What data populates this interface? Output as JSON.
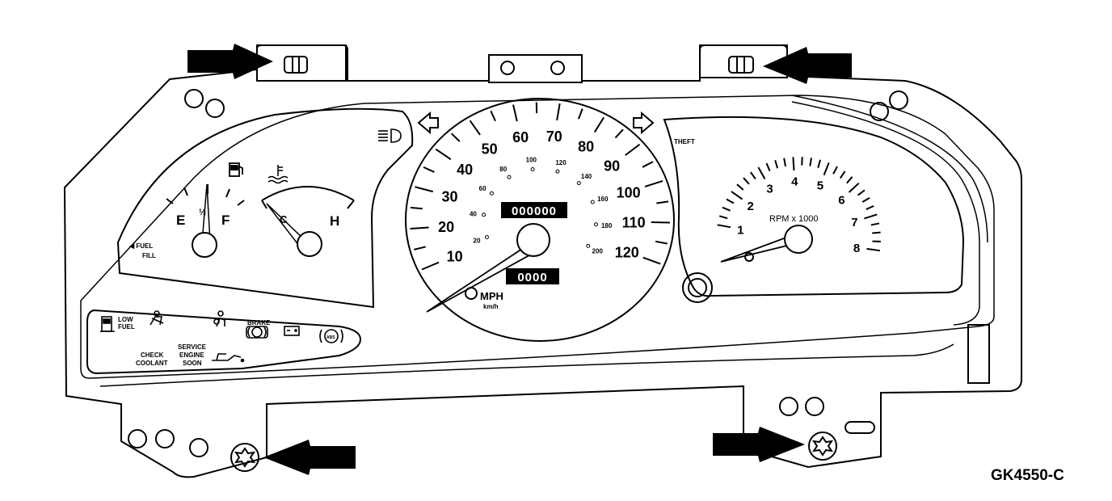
{
  "speedometer": {
    "mph_ticks": [
      "10",
      "20",
      "30",
      "40",
      "50",
      "60",
      "70",
      "80",
      "90",
      "100",
      "110",
      "120"
    ],
    "kmh_ticks": [
      "20",
      "40",
      "60",
      "80",
      "100",
      "120",
      "140",
      "160",
      "180",
      "200"
    ],
    "units_mph": "MPH",
    "units_kmh": "km/h",
    "odometer": "000000",
    "trip": "0000"
  },
  "tachometer": {
    "ticks": [
      "1",
      "2",
      "3",
      "4",
      "5",
      "6",
      "7",
      "8"
    ],
    "units": "RPM x 1000",
    "theft_label": "THEFT"
  },
  "fuel_gauge": {
    "empty": "E",
    "half": "½",
    "full": "F",
    "fill_label_1": "◀ FUEL",
    "fill_label_2": "FILL"
  },
  "temp_gauge": {
    "hot": "H",
    "cold": "C"
  },
  "warning_lights": {
    "low_fuel_1": "LOW",
    "low_fuel_2": "FUEL",
    "brake_label": "BRAKE",
    "check_coolant_1": "CHECK",
    "check_coolant_2": "COOLANT",
    "service_1": "SERVICE",
    "service_2": "ENGINE",
    "service_3": "SOON",
    "abs_label": "ABS"
  },
  "figure_code": "GK4550-C"
}
